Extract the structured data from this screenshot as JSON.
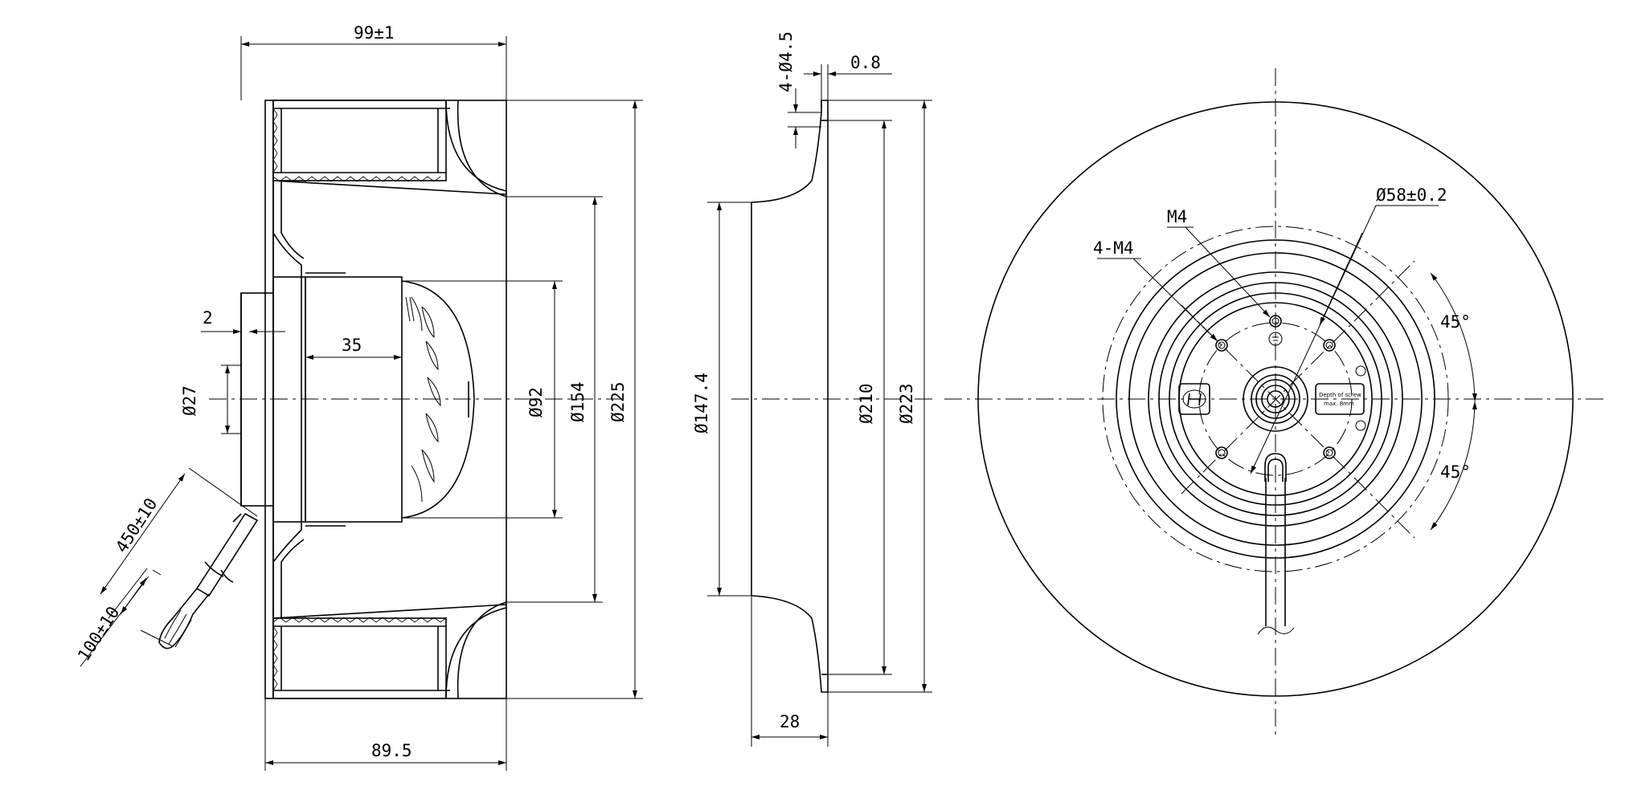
{
  "side_view": {
    "width_overall": "99±1",
    "flange_width": "89.5",
    "offset": "2",
    "motor_depth": "35",
    "shaft_dia": "Ø27",
    "motor_dia": "Ø92",
    "inlet_dia": "Ø154",
    "wheel_dia": "Ø225",
    "cable_length": "450±10",
    "lead_length": "100±10"
  },
  "section_view": {
    "holes": "4-Ø4.5",
    "thickness": "0.8",
    "inner_dia": "Ø147.4",
    "hole_circle": "Ø210",
    "outer_dia": "Ø223",
    "depth": "28"
  },
  "front_view": {
    "thread": "M4",
    "mount_threads": "4-M4",
    "hub_dia": "Ø58±0.2",
    "angle_top": "45°",
    "angle_bottom": "45°",
    "label_line1": "Depth of screw",
    "label_line2": "max. 8mm"
  }
}
